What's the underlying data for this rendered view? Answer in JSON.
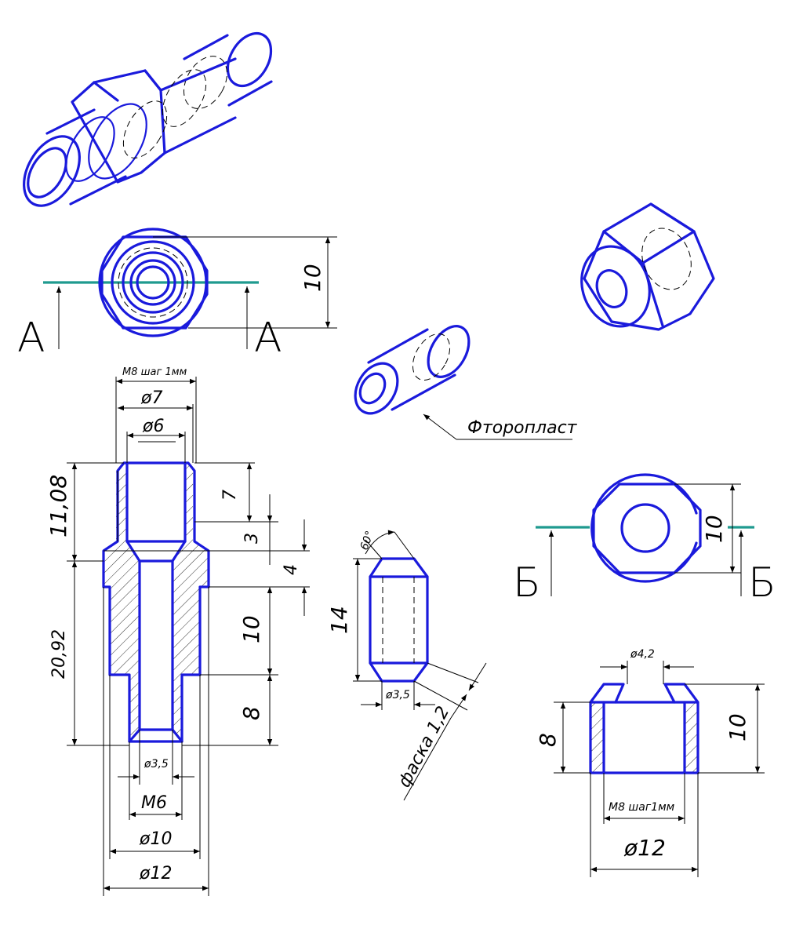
{
  "section_labels": {
    "a_left": "А",
    "a_right": "А",
    "b_left": "Б",
    "b_right": "Б"
  },
  "material_label": "Фторопласт",
  "dimensions": {
    "top_view_height": "10",
    "thread_top": "М8 шаг 1мм",
    "d7": "ø7",
    "d6": "ø6",
    "h11": "11,08",
    "h7": "7",
    "h3": "3",
    "h4": "4",
    "h10": "10",
    "h8": "8",
    "h2092": "20,92",
    "d35_bottom": "ø3,5",
    "m6": "М6",
    "d10": "ø10",
    "d12": "ø12",
    "angle60": "60°",
    "h14": "14",
    "d35_pin": "ø3,5",
    "chamfer": "фаска 1,2",
    "nut_height": "10",
    "d42": "ø4,2",
    "nut_h8": "8",
    "nut_h10": "10",
    "thread_nut": "М8 шаг1мм",
    "nut_d12": "ø12"
  }
}
